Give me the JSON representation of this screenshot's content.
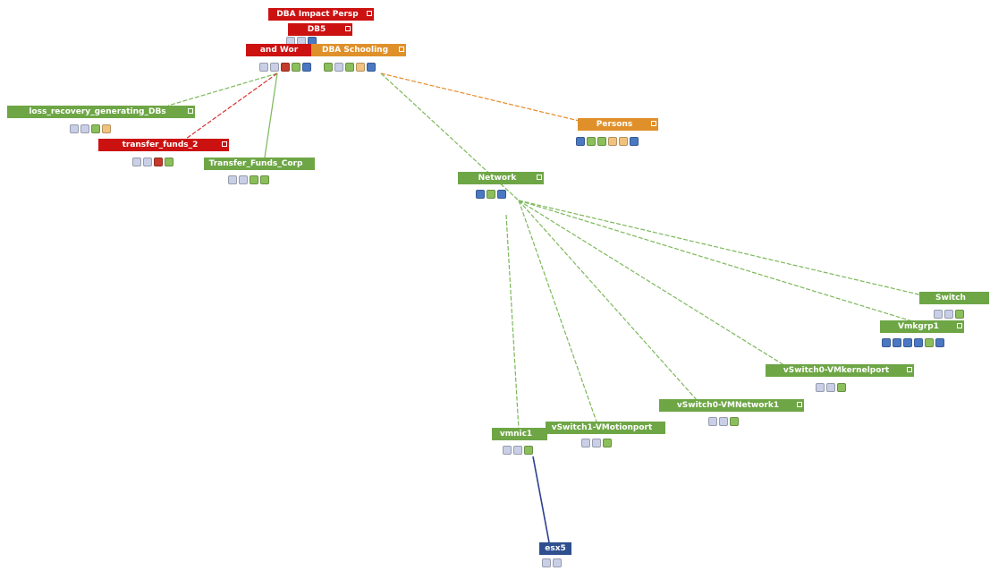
{
  "colors": {
    "red": "#cc1111",
    "green": "#6ea646",
    "orange": "#e0902a",
    "navy": "#2f4f8f",
    "edge_green": "#7cb85a",
    "edge_red": "#d93030",
    "edge_orange": "#e88a2a",
    "edge_navy": "#2f3f8f"
  },
  "icon_legend": {
    "db": "database-icon",
    "link": "link-icon",
    "key": "key-icon",
    "user": "user-icon",
    "doc": "document-icon"
  },
  "nodes": [
    {
      "id": "n1",
      "label": "DBA Impact Persp",
      "color": "red"
    },
    {
      "id": "n2",
      "label": "DB5",
      "color": "red"
    },
    {
      "id": "n3",
      "label": "and Wor",
      "color": "red"
    },
    {
      "id": "n4",
      "label": "DBA Schooling",
      "color": "orange"
    },
    {
      "id": "n5",
      "label": "loss_recovery_generating_DBs",
      "color": "green"
    },
    {
      "id": "n6",
      "label": "transfer_funds_2",
      "color": "red"
    },
    {
      "id": "n7",
      "label": "Transfer_Funds_Corp",
      "color": "green"
    },
    {
      "id": "n8",
      "label": "Persons",
      "color": "orange"
    },
    {
      "id": "n9",
      "label": "Network",
      "color": "green"
    },
    {
      "id": "n10",
      "label": "Switch",
      "color": "green"
    },
    {
      "id": "n11",
      "label": "Vmkgrp1",
      "color": "green"
    },
    {
      "id": "n12",
      "label": "vSwitch0-VMkernelport",
      "color": "green"
    },
    {
      "id": "n13",
      "label": "vSwitch0-VMNetwork1",
      "color": "green"
    },
    {
      "id": "n14",
      "label": "vSwitch1-VMotionport",
      "color": "green"
    },
    {
      "id": "n15",
      "label": "vmnic1",
      "color": "green"
    },
    {
      "id": "n16",
      "label": "esx5",
      "color": "navy"
    }
  ],
  "edges": [
    {
      "from": "n3",
      "to": "n5",
      "color": "edge_green",
      "dash": true
    },
    {
      "from": "n3",
      "to": "n6",
      "color": "edge_red",
      "dash": true
    },
    {
      "from": "n3",
      "to": "n7",
      "color": "edge_green",
      "dash": false
    },
    {
      "from": "n4",
      "to": "n8",
      "color": "edge_orange",
      "dash": true
    },
    {
      "from": "n4",
      "to": "n9",
      "color": "edge_green",
      "dash": true
    },
    {
      "from": "n9",
      "to": "n10",
      "color": "edge_green",
      "dash": true
    },
    {
      "from": "n9",
      "to": "n11",
      "color": "edge_green",
      "dash": true
    },
    {
      "from": "n9",
      "to": "n12",
      "color": "edge_green",
      "dash": true
    },
    {
      "from": "n9",
      "to": "n13",
      "color": "edge_green",
      "dash": true
    },
    {
      "from": "n9",
      "to": "n14",
      "color": "edge_green",
      "dash": true
    },
    {
      "from": "n9",
      "to": "n15",
      "color": "edge_green",
      "dash": true
    },
    {
      "from": "n15",
      "to": "n16",
      "color": "edge_navy",
      "dash": false
    }
  ]
}
